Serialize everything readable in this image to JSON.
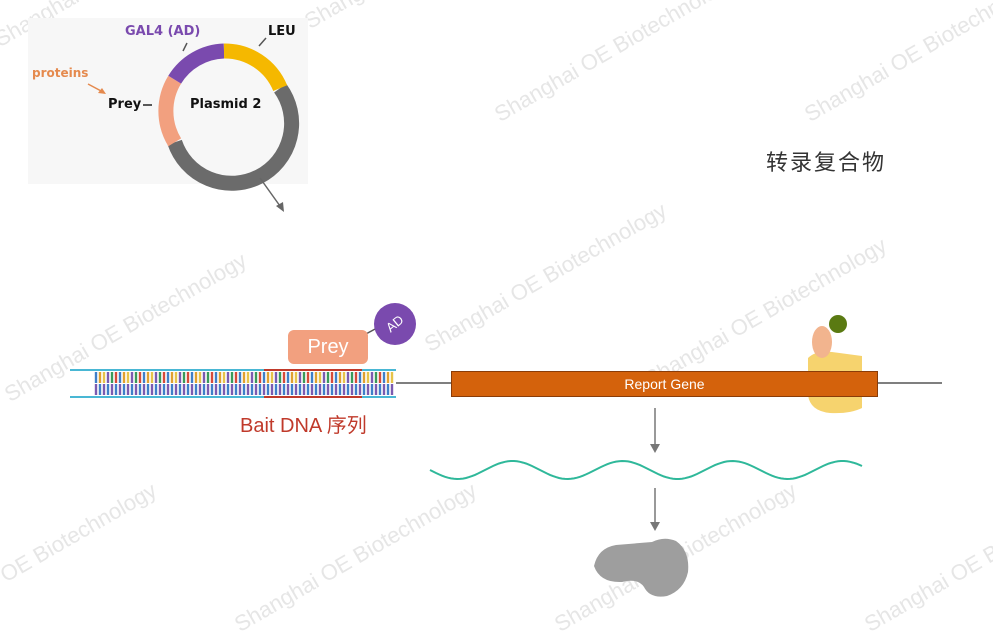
{
  "watermark": "Shanghai OE Biotechnology",
  "plasmid": {
    "center_label": "Plasmid 2",
    "gal4_label": "GAL4 (AD)",
    "leu_label": "LEU",
    "proteins_label": "proteins",
    "prey_label": "Prey"
  },
  "complex_label": "转录复合物",
  "prey_box_label": "Prey",
  "ad_label": "AD",
  "bait_label": "Bait DNA 序列",
  "report_gene_label": "Report Gene",
  "colors": {
    "gal4": "#7a4aae",
    "leu": "#f5b800",
    "prey": "#f2a07f",
    "plasmid_ring": "#6b6b6b",
    "report_gene": "#d4620c",
    "bait_label": "#c03a2b",
    "mrna": "#2fb89a",
    "protein_product": "#9e9e9e",
    "rna_pol": "#f6d36e"
  }
}
